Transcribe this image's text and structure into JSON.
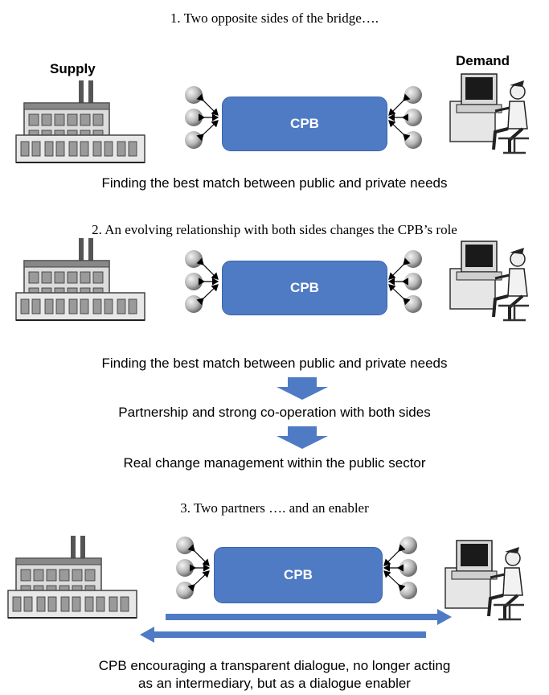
{
  "sections": [
    {
      "heading": "1. Two opposite sides of the bridge….",
      "supply_label": "Supply",
      "demand_label": "Demand",
      "cpb_label": "CPB",
      "caption": "Finding the best match between public and private needs"
    },
    {
      "heading": "2. An evolving relationship with both sides changes the CPB’s role",
      "cpb_label": "CPB",
      "caption": "Finding the best match between public and private needs",
      "step_2": "Partnership and strong co-operation with both sides",
      "step_3": "Real change management within the public sector"
    },
    {
      "heading": "3. Two partners …. and an enabler",
      "cpb_label": "CPB",
      "caption_line_1": "CPB encouraging a transparent dialogue, no longer acting",
      "caption_line_2": "as an intermediary, but as a dialogue enabler"
    }
  ],
  "icons": {
    "supply": "factory-icon",
    "demand": "person-at-computer-icon",
    "nodes": "sphere-node-icon"
  },
  "colors": {
    "cpb_fill": "#4f7bc4",
    "arrow_fill": "#4f7bc4"
  }
}
